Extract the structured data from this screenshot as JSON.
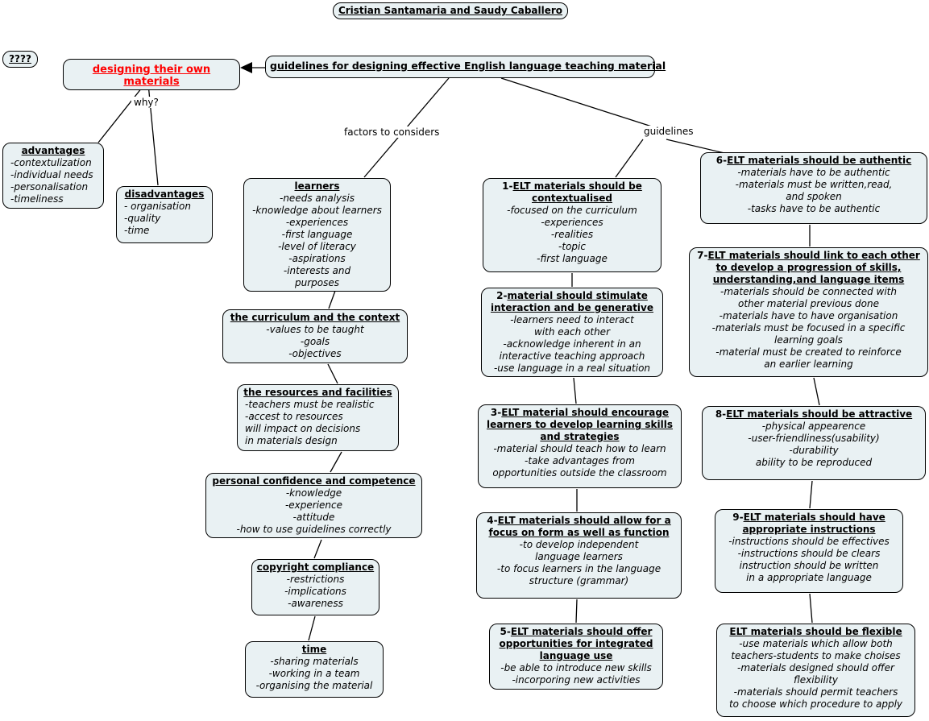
{
  "colors": {
    "node_fill": "#e9f1f3",
    "node_border": "#000000",
    "line": "#000000",
    "accent_red": "#ff0000"
  },
  "labels": {
    "why": "why?",
    "factors": "factors to considers",
    "guidelines": "guidelines"
  },
  "nodes": {
    "authors": {
      "title": "Cristian Santamaria and Saudy Caballero"
    },
    "question": {
      "title": "????"
    },
    "own": {
      "title": "designing their own materials"
    },
    "main": {
      "title": "guidelines for designing effective English language teaching material"
    },
    "advantages": {
      "title": "advantages",
      "items": [
        "-contextulization",
        "-individual needs",
        "-personalisation",
        "-timeliness"
      ]
    },
    "disadvantages": {
      "title": "disadvantages",
      "items": [
        "- organisation",
        "-quality",
        "-time"
      ]
    },
    "learners": {
      "title": "learners",
      "items": [
        "-needs analysis",
        "-knowledge about learners",
        "-experiences",
        "-first language",
        "-level of literacy",
        "-aspirations",
        "-interests and",
        "purposes"
      ]
    },
    "curriculum": {
      "title": "the curriculum and the context",
      "items": [
        "-values to be taught",
        "-goals",
        "-objectives"
      ]
    },
    "resources": {
      "title": "the resources and facilities",
      "items": [
        "-teachers must be realistic",
        "-accest to resources",
        "will impact on decisions",
        "in materials design"
      ]
    },
    "personal": {
      "title": "personal confidence and competence",
      "items": [
        "-knowledge",
        "-experience",
        "-attitude",
        "-how to use guidelines correctly"
      ]
    },
    "copyright": {
      "title": "copyright compliance",
      "items": [
        "-restrictions",
        "-implications",
        "-awareness"
      ]
    },
    "time": {
      "title": "time",
      "items": [
        "-sharing materials",
        "-working in a team",
        "-organising the material"
      ]
    },
    "g1": {
      "num": "1-",
      "title": "ELT materials should be contextualised",
      "items": [
        "-focused on the curriculum",
        "-experiences",
        "-realities",
        "-topic",
        "-first language"
      ]
    },
    "g2": {
      "num": "2-",
      "title": "material should stimulate interaction and be generative",
      "items": [
        "-learners need to interact",
        "with each other",
        "-acknowledge inherent in an",
        "interactive teaching approach",
        "-use language in a real situation"
      ]
    },
    "g3": {
      "num": "3-",
      "title": "ELT material should encourage learners to develop learning skills and strategies",
      "items": [
        "-material should teach how to learn",
        "-take advantages from",
        "opportunities outside the classroom"
      ]
    },
    "g4": {
      "num": "4-",
      "title": "ELT materials should allow for a focus on form as well as function",
      "items": [
        "-to develop independent",
        "language learners",
        "-to focus learners in the language",
        "structure (grammar)"
      ]
    },
    "g5": {
      "num": "5-",
      "title": "ELT materials should offer opportunities for integrated language use",
      "items": [
        "-be able to introduce new skills",
        "-incorporing new activities"
      ]
    },
    "g6": {
      "num": "6-",
      "title": "ELT materials should be authentic",
      "items": [
        "-materials have to be authentic",
        "-materials must be written,read,",
        "and spoken",
        "-tasks have to be authentic"
      ]
    },
    "g7": {
      "num": "7-",
      "title": "ELT materials should link to each other to develop a progression of skills, understanding,and language items",
      "items": [
        "-materials should be connected with",
        "other material previous done",
        "-materials have to have organisation",
        "-materials must be focused in a specific",
        "learning goals",
        "-material must be created to reinforce",
        "an earlier learning"
      ]
    },
    "g8": {
      "num": "8-",
      "title": "ELT materials should be attractive",
      "items": [
        "-physical appearence",
        "-user-friendliness(usability)",
        "-durability",
        "ability to be reproduced"
      ]
    },
    "g9": {
      "num": "9-",
      "title": "ELT materials should have appropriate instructions",
      "items": [
        "-instructions should be effectives",
        "-instructions should be clears",
        "instruction should be written",
        "in a appropriate language"
      ]
    },
    "flexible": {
      "title": "ELT materials should be flexible",
      "items": [
        "-use materials which allow both",
        "teachers-students to make choises",
        "-materials designed should offer",
        "flexibility",
        "-materials should permit teachers",
        "to choose which procedure to apply"
      ]
    }
  }
}
